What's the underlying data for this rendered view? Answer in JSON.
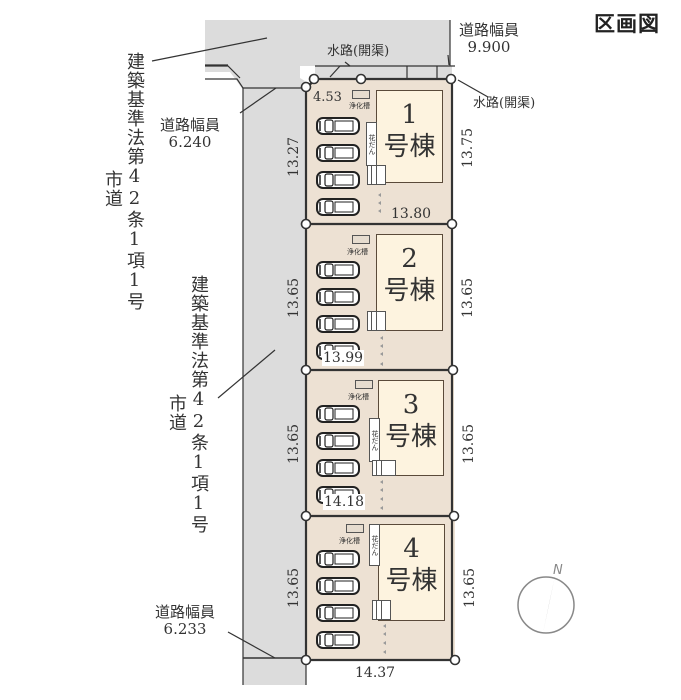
{
  "title": "区画図",
  "roads": {
    "north_road": {
      "label": "道路幅員",
      "width": "9.900"
    },
    "west_road_top": {
      "label": "道路幅員",
      "width": "6.240"
    },
    "west_road_bottom": {
      "label": "道路幅員",
      "width": "6.233"
    },
    "city_road_label_top": {
      "main": "建築基準法第42条1項1号",
      "side": "市道"
    },
    "city_road_label_mid": {
      "main": "建築基準法第42条1項1号",
      "side": "市道"
    }
  },
  "waterways": {
    "top_label": "水路(開渠)",
    "right_label": "水路(開渠)"
  },
  "lots": [
    {
      "number": "1",
      "suffix": "号棟",
      "left_dim": "13.27",
      "right_dim": "13.75",
      "bottom_dim": "13.80",
      "top_dim": "4.53",
      "septic": "浄化槽",
      "flower": "花だん",
      "cars": 4
    },
    {
      "number": "2",
      "suffix": "号棟",
      "left_dim": "13.65",
      "right_dim": "13.65",
      "bottom_dim": "13.99",
      "septic": "浄化槽",
      "cars": 4
    },
    {
      "number": "3",
      "suffix": "号棟",
      "left_dim": "13.65",
      "right_dim": "13.65",
      "bottom_dim": "14.18",
      "septic": "浄化槽",
      "flower": "花だん",
      "cars": 4
    },
    {
      "number": "4",
      "suffix": "号棟",
      "left_dim": "13.65",
      "right_dim": "13.65",
      "bottom_dim": "14.37",
      "septic": "浄化槽",
      "flower": "花だん",
      "cars": 4
    }
  ],
  "compass": {
    "label": "N"
  },
  "colors": {
    "road": "#dcdcdc",
    "lot": "#ede1d3",
    "house": "#fdf3df",
    "line": "#333333"
  }
}
